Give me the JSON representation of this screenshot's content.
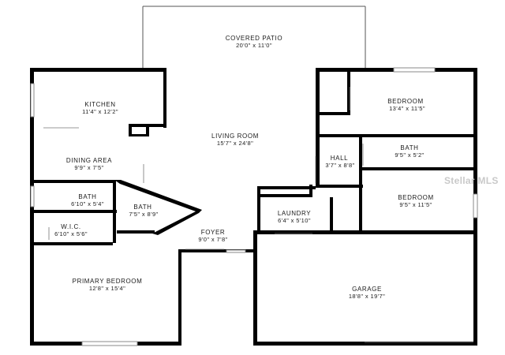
{
  "watermark": "Stellar MLS",
  "rooms": {
    "covered_patio": {
      "name": "COVERED PATIO",
      "dim": "20'0\" x 11'0\""
    },
    "kitchen": {
      "name": "KITCHEN",
      "dim": "11'4\" x 12'2\""
    },
    "living_room": {
      "name": "LIVING ROOM",
      "dim": "15'7\" x 24'8\""
    },
    "bedroom_top": {
      "name": "BEDROOM",
      "dim": "13'4\" x 11'5\""
    },
    "dining_area": {
      "name": "DINING AREA",
      "dim": "9'9\" x 7'5\""
    },
    "hall": {
      "name": "HALL",
      "dim": "3'7\" x 8'8\""
    },
    "bath_right": {
      "name": "BATH",
      "dim": "9'5\" x 5'2\""
    },
    "bath_left": {
      "name": "BATH",
      "dim": "6'10\" x 5'4\""
    },
    "bath_center": {
      "name": "BATH",
      "dim": "7'5\" x 8'9\""
    },
    "bedroom_right": {
      "name": "BEDROOM",
      "dim": "9'5\" x 11'5\""
    },
    "laundry": {
      "name": "LAUNDRY",
      "dim": "6'4\" x 5'10\""
    },
    "foyer": {
      "name": "FOYER",
      "dim": "9'0\" x 7'8\""
    },
    "wic": {
      "name": "W.I.C.",
      "dim": "6'10\" x 5'6\""
    },
    "primary_bedroom": {
      "name": "PRIMARY BEDROOM",
      "dim": "12'8\" x 15'4\""
    },
    "garage": {
      "name": "GARAGE",
      "dim": "18'8\" x 19'7\""
    }
  }
}
